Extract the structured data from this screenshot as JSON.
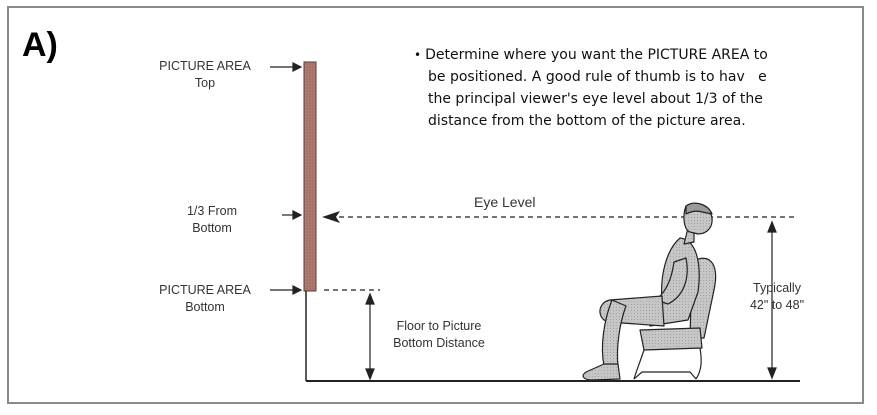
{
  "panel_label": "A)",
  "labels": {
    "picture_top": [
      "PICTURE AREA",
      "Top"
    ],
    "one_third": [
      "1/3 From",
      "Bottom"
    ],
    "picture_bottom": [
      "PICTURE AREA",
      "Bottom"
    ],
    "eye_level": "Eye Level",
    "floor_to_picture": [
      "Floor to Picture",
      "Bottom Distance"
    ],
    "typically": [
      "Typically",
      "42\" to 48\""
    ]
  },
  "note": {
    "bullet": "•",
    "lines": [
      "Determine where you want the PICTURE AREA to",
      "be positioned. A good rule of thumb is to hav   e",
      "the principal viewer's eye level about 1/3 of the",
      "distance from the bottom of the picture area."
    ]
  },
  "colors": {
    "picture_bar": "#b07a72",
    "line": "#222222",
    "text": "#333333",
    "figure_fill": "#bdbdbd"
  }
}
